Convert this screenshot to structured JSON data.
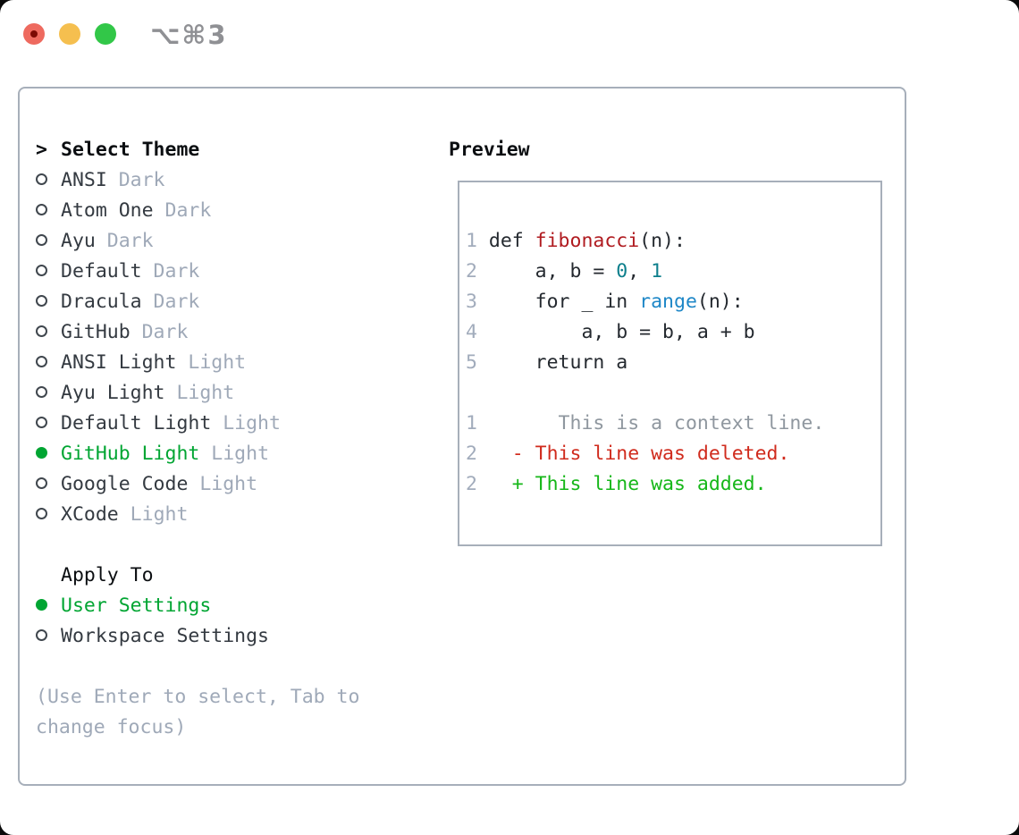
{
  "window": {
    "title": "⌥⌘3"
  },
  "colors": {
    "accent_green": "#00a532",
    "heading": "#0b0e11",
    "text": "#343a41",
    "muted": "#9fa9b8",
    "border": "#a7afba",
    "line_number": "#a2acbc",
    "code_text": "#24292f",
    "code_fn": "#b01b20",
    "code_lit": "#0d7f8c",
    "code_call": "#1e87c7",
    "diff_ctx": "#8f979f",
    "diff_del": "#d02b1d",
    "diff_add": "#16b719",
    "traffic_red": "#ee6a5f",
    "traffic_red_dot": "#7c0a04",
    "traffic_yellow": "#f5bf4f",
    "traffic_green": "#32c748",
    "title_gray": "#8f9094"
  },
  "sidebar": {
    "heading_prefix": ">",
    "heading": "Select Theme",
    "themes": [
      {
        "name": "ANSI",
        "variant": "Dark",
        "selected": false
      },
      {
        "name": "Atom One",
        "variant": "Dark",
        "selected": false
      },
      {
        "name": "Ayu",
        "variant": "Dark",
        "selected": false
      },
      {
        "name": "Default",
        "variant": "Dark",
        "selected": false
      },
      {
        "name": "Dracula",
        "variant": "Dark",
        "selected": false
      },
      {
        "name": "GitHub",
        "variant": "Dark",
        "selected": false
      },
      {
        "name": "ANSI Light",
        "variant": "Light",
        "selected": false
      },
      {
        "name": "Ayu Light",
        "variant": "Light",
        "selected": false
      },
      {
        "name": "Default Light",
        "variant": "Light",
        "selected": false
      },
      {
        "name": "GitHub Light",
        "variant": "Light",
        "selected": true
      },
      {
        "name": "Google Code",
        "variant": "Light",
        "selected": false
      },
      {
        "name": "XCode",
        "variant": "Light",
        "selected": false
      }
    ],
    "apply_heading": "Apply To",
    "apply_options": [
      {
        "name": "User Settings",
        "selected": true
      },
      {
        "name": "Workspace Settings",
        "selected": false
      }
    ],
    "help": "(Use Enter to select, Tab to\nchange focus)"
  },
  "preview": {
    "heading": "Preview",
    "lines": [
      {
        "num": "1",
        "segments": [
          {
            "text": "def ",
            "color": "code"
          },
          {
            "text": "fibonacci",
            "color": "fn"
          },
          {
            "text": "(n):",
            "color": "code"
          }
        ]
      },
      {
        "num": "2",
        "segments": [
          {
            "text": "    a, b = ",
            "color": "code"
          },
          {
            "text": "0",
            "color": "lit"
          },
          {
            "text": ", ",
            "color": "code"
          },
          {
            "text": "1",
            "color": "lit"
          }
        ]
      },
      {
        "num": "3",
        "segments": [
          {
            "text": "    for _ in ",
            "color": "code"
          },
          {
            "text": "range",
            "color": "call"
          },
          {
            "text": "(n):",
            "color": "code"
          }
        ]
      },
      {
        "num": "4",
        "segments": [
          {
            "text": "        a, b = b, a + b",
            "color": "code"
          }
        ]
      },
      {
        "num": "5",
        "segments": [
          {
            "text": "    return a",
            "color": "code"
          }
        ]
      },
      {
        "num": "",
        "segments": []
      },
      {
        "num": "1",
        "segments": [
          {
            "text": "      This is a context line.",
            "color": "ctx"
          }
        ]
      },
      {
        "num": "2",
        "segments": [
          {
            "text": "  - This line was deleted.",
            "color": "del"
          }
        ]
      },
      {
        "num": "2",
        "segments": [
          {
            "text": "  + This line was added.",
            "color": "add"
          }
        ]
      }
    ]
  }
}
